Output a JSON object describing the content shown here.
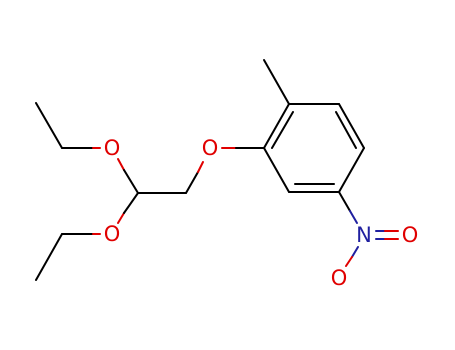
{
  "molecule": {
    "atoms": {
      "o_ether_upper": {
        "symbol": "O",
        "color": "#e00000"
      },
      "o_ether_lower": {
        "symbol": "O",
        "color": "#e00000"
      },
      "o_aryl_ether": {
        "symbol": "O",
        "color": "#e00000"
      },
      "n_nitro": {
        "symbol": "N",
        "color": "#2020a0"
      },
      "o_nitro_right": {
        "symbol": "O",
        "color": "#e00000"
      },
      "o_nitro_down": {
        "symbol": "O",
        "color": "#e00000"
      }
    },
    "colors": {
      "bond": "#000000",
      "oxygen": "#e00000",
      "nitrogen": "#2020a0",
      "background": "#ffffff"
    }
  }
}
